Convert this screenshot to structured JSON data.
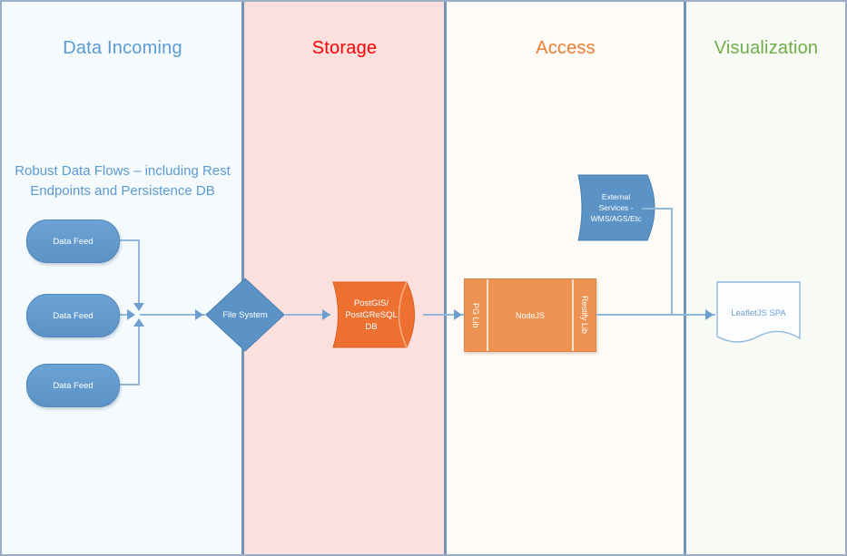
{
  "diagram": {
    "title_colors": {
      "incoming": "#5b9bd5",
      "storage": "#ff0000",
      "access": "#ed7d31",
      "visualization": "#70ad47"
    },
    "lanes": [
      {
        "id": "incoming",
        "label": "Data Incoming",
        "background": "#f5fafd"
      },
      {
        "id": "storage",
        "label": "Storage",
        "background": "#fce0de"
      },
      {
        "id": "access",
        "label": "Access",
        "background": "#fefaf6"
      },
      {
        "id": "visualization",
        "label": "Visualization",
        "background": "#f7faf5"
      }
    ],
    "note": "Robust Data Flows – including Rest Endpoints and Persistence DB",
    "nodes": {
      "feed_1": "Data Feed",
      "feed_2": "Data Feed",
      "feed_3": "Data Feed",
      "file_system": "File System",
      "database": "PostGIS/ PostGReSQL DB",
      "database_lines": [
        "PostGIS/",
        "PostGReSQL",
        "DB"
      ],
      "pg_lib": "PG Lib",
      "nodejs": "NodeJS",
      "restify_lib": "Restify Lib",
      "external_services_lines": [
        "External",
        "Services -",
        "WMS/AGS/Etc"
      ],
      "leaflet_spa": "LeafletJS SPA"
    },
    "colors": {
      "blue_shape": "#5b93c7",
      "orange_shape": "#ed7030",
      "orange_light": "#ed9250",
      "connector": "#8fb8dd",
      "lane_divider": "#5b84ad"
    }
  }
}
